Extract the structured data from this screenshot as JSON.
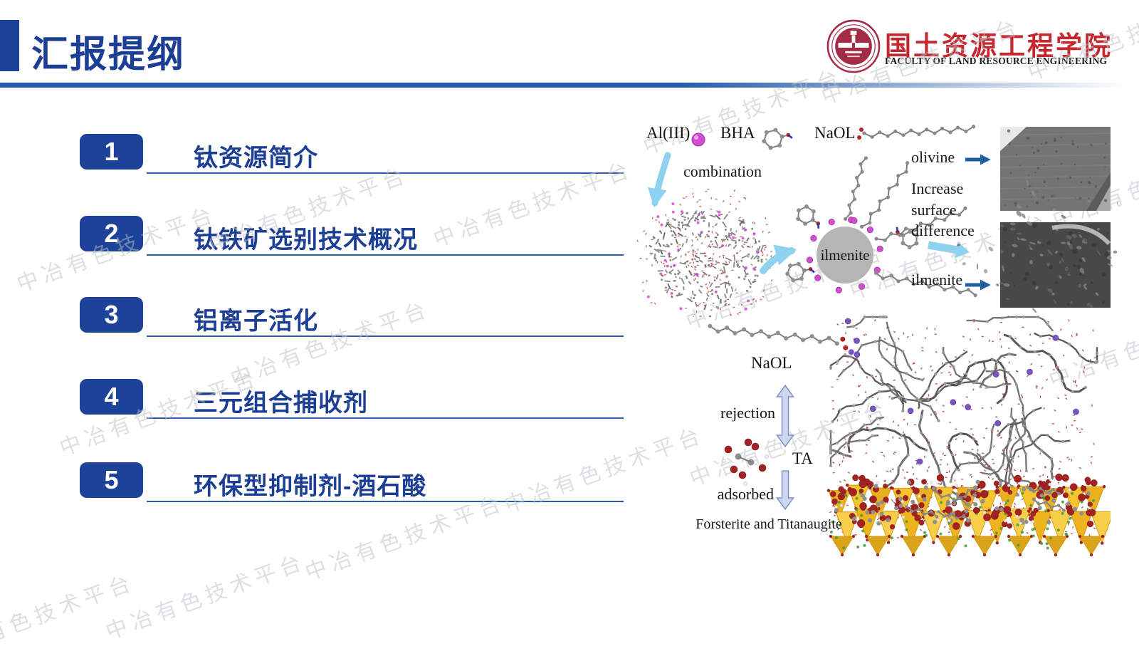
{
  "header": {
    "title": "汇报提纲"
  },
  "logo": {
    "name_cn": "国土资源工程学院",
    "name_en": "FACULTY OF LAND RESOURCE ENGINEERING"
  },
  "outline": {
    "items": [
      {
        "num": "1",
        "label": "钛资源简介"
      },
      {
        "num": "2",
        "label": "钛铁矿选别技术概况"
      },
      {
        "num": "3",
        "label": "铝离子活化"
      },
      {
        "num": "4",
        "label": "三元组合捕收剂"
      },
      {
        "num": "5",
        "label": "环保型抑制剂-酒石酸"
      }
    ]
  },
  "watermark": {
    "text": "中冶有色技术平台"
  },
  "figures": {
    "top": {
      "al3": "Al(III)",
      "bha": "BHA",
      "naol": "NaOL",
      "combination": "combination",
      "ilmenite_particle": "ilmenite",
      "olivine": "olivine",
      "surface_note": "Increase surface difference",
      "ilmenite_sem": "ilmenite"
    },
    "bottom": {
      "naol": "NaOL",
      "rejection": "rejection",
      "ta": "TA",
      "adsorbed": "adsorbed",
      "substrate": "Forsterite and Titanaugite"
    }
  },
  "colors": {
    "accent_blue": "#1d4398",
    "title_blue": "#1c3e94",
    "underline_blue": "#2e5aac",
    "calligraphy_red": "#c4272e",
    "logo_red": "#a22c45",
    "arrow_blue": "#8ed2ef",
    "magenta": "#cf4fd0",
    "watermark_grey": "#bcc0c8"
  }
}
